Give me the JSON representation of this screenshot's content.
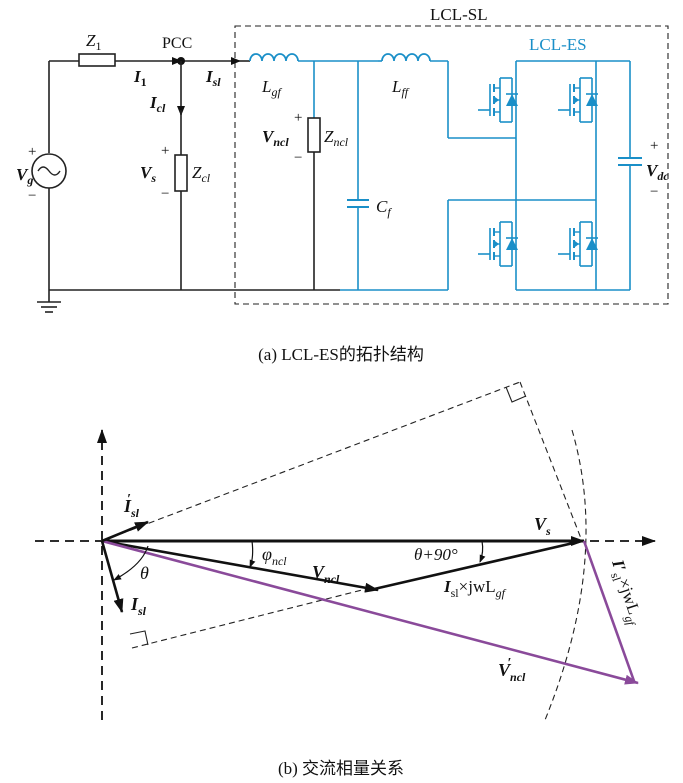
{
  "circuit": {
    "box_lcl_sl": "LCL-SL",
    "box_lcl_es": "LCL-ES",
    "z1": "Z",
    "z1_sub": "1",
    "pcc": "PCC",
    "i1": "I",
    "i1_sub": "1",
    "isl": "I",
    "isl_sub": "sl",
    "icl": "I",
    "icl_sub": "cl",
    "vg": "V",
    "vg_sub": "g",
    "vs": "V",
    "vs_sub": "s",
    "zcl": "Z",
    "zcl_sub": "cl",
    "lgf": "L",
    "lgf_sub": "gf",
    "vncl": "V",
    "vncl_sub": "ncl",
    "zncl": "Z",
    "zncl_sub": "ncl",
    "lff": "L",
    "lff_sub": "ff",
    "cf": "C",
    "cf_sub": "f",
    "vdc": "V",
    "vdc_sub": "dc",
    "plus": "+",
    "minus": "−",
    "caption": "(a) LCL-ES的拓扑结构"
  },
  "phasor": {
    "isl_prime": "I",
    "isl_prime_sub": "sl",
    "isl_prime_mark": "′",
    "isl": "I",
    "isl_sub": "sl",
    "theta": "θ",
    "phi_ncl": "φ",
    "phi_ncl_sub": "ncl",
    "vncl": "V",
    "vncl_sub": "ncl",
    "vs": "V",
    "vs_sub": "s",
    "theta_plus_90": "θ+90°",
    "isl_jwlgf": "I",
    "isl_jwlgf_sub": "sl",
    "isl_jwlgf_tail": "×jwL",
    "isl_jwlgf_tail_sub": "gf",
    "vncl_prime": "V",
    "vncl_prime_sub": "ncl",
    "vncl_prime_mark": "′",
    "isl_prime_jwlgf": "I′",
    "isl_prime_jwlgf_sub": "sl",
    "isl_prime_jwlgf_tail": "×jwL",
    "isl_prime_jwlgf_tail_sub": "gf",
    "caption": "(b) 交流相量关系"
  },
  "colors": {
    "blue": "#1a8fc8",
    "purple": "#8a4a9a",
    "black": "#111111"
  }
}
